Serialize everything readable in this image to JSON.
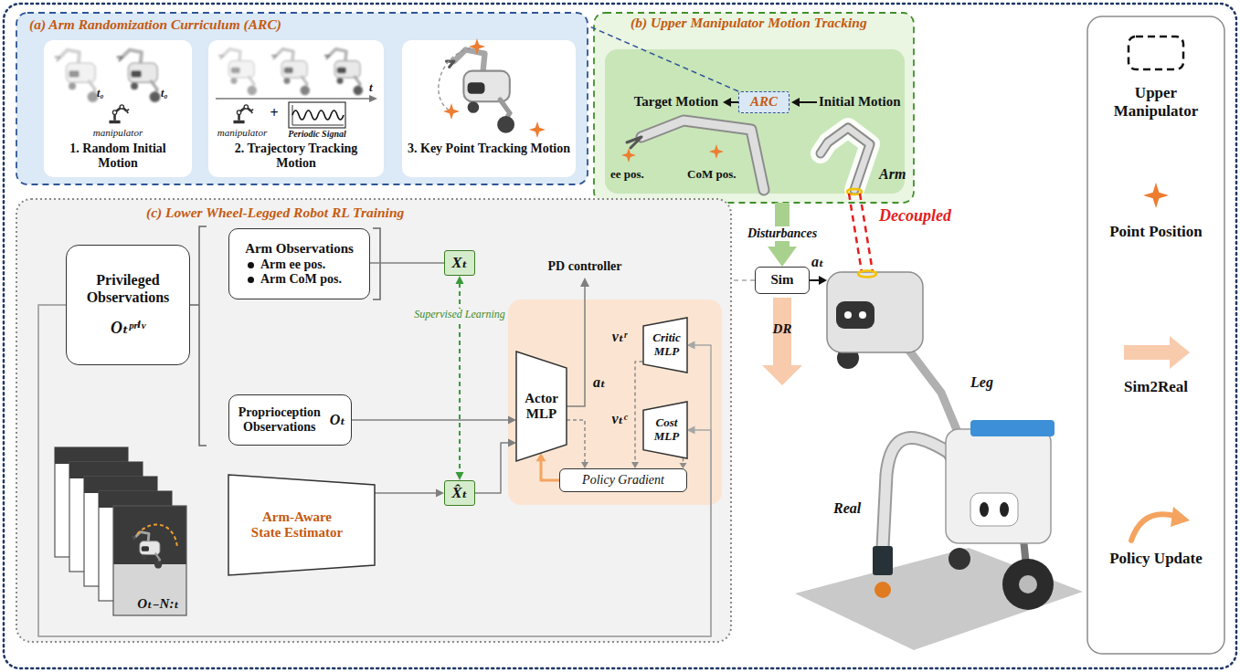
{
  "diagram": {
    "nodes": [
      {
        "text": [
          "(a) Arm Randomization Curriculum (ARC)"
        ]
      },
      {
        "text": [
          "t₀",
          "t₀",
          "manipulator",
          "1. Random Initial Motion"
        ],
        "in": 0
      },
      {
        "text": [
          "t",
          "manipulator",
          "+",
          "Periodic Signal",
          "2. Trajectory Tracking Motion"
        ],
        "in": 0
      },
      {
        "text": [
          "3. Key Point Tracking Motion"
        ],
        "in": 0
      },
      {
        "text": [
          "(b) Upper Manipulator Motion Tracking",
          "Target Motion",
          "Initial Motion",
          "ee pos.",
          "CoM pos.",
          "Arm"
        ]
      },
      {
        "text": [
          "ARC"
        ],
        "in": 4
      },
      {
        "text": [
          "(c) Lower Wheel-Legged Robot RL Training",
          "PD controller",
          "aₜ",
          "vₜʳ",
          "vₜᶜ"
        ]
      },
      {
        "text": [
          "Privileged Observations",
          "Oₜᵖʳⁱᵛ"
        ],
        "in": 6
      },
      {
        "text": [
          "Arm Observations",
          "Arm ee pos.",
          "Arm CoM pos."
        ],
        "in": 6
      },
      {
        "text": [
          "Xₜ"
        ],
        "in": 6
      },
      {
        "text": [
          "Proprioception Observations",
          "Oₜ"
        ],
        "in": 6
      },
      {
        "text": [
          "Oₜ₋N:ₜ"
        ],
        "in": 6
      },
      {
        "text": [
          "Arm-Aware State Estimator"
        ],
        "in": 6
      },
      {
        "text": [
          "X̂ₜ"
        ],
        "in": 6
      },
      {
        "text": [
          "Actor MLP"
        ],
        "in": 6
      },
      {
        "text": [
          "Critic MLP"
        ],
        "in": 6
      },
      {
        "text": [
          "Cost MLP"
        ],
        "in": 6
      },
      {
        "text": [
          "Policy Gradient"
        ],
        "in": 6
      },
      {
        "text": [
          "Sim"
        ]
      }
    ],
    "edges": [
      {
        "from": 5,
        "to": 0,
        "arrow": "none"
      },
      {
        "from": 8,
        "to": 9,
        "arrow": "none"
      },
      {
        "from": 9,
        "to": 13,
        "arrow": "both",
        "label": "Supervised Learning"
      },
      {
        "from": 10,
        "to": 14,
        "arrow": "to"
      },
      {
        "from": 12,
        "to": 13,
        "arrow": "to"
      },
      {
        "from": 13,
        "to": 14,
        "arrow": "to"
      },
      {
        "from": 14,
        "to": 17,
        "arrow": "to"
      },
      {
        "from": 15,
        "to": 17,
        "arrow": "to"
      },
      {
        "from": 16,
        "to": 17,
        "arrow": "to"
      },
      {
        "from": 17,
        "to": 14,
        "arrow": "to"
      },
      {
        "from": 7,
        "to": 15,
        "arrow": "to"
      },
      {
        "from": 7,
        "to": 16,
        "arrow": "to"
      },
      {
        "from": 4,
        "to": 18,
        "arrow": "to",
        "label": "Disturbances"
      },
      {
        "from": 18,
        "to": 6,
        "arrow": "none"
      }
    ],
    "labels": [
      "aₜ",
      "Decoupled",
      "Leg",
      "DR",
      "Real"
    ],
    "legend": [
      {
        "text": "Upper Manipulator"
      },
      {
        "text": "Point Position"
      },
      {
        "text": "Sim2Real"
      },
      {
        "text": "Policy Update"
      }
    ]
  }
}
